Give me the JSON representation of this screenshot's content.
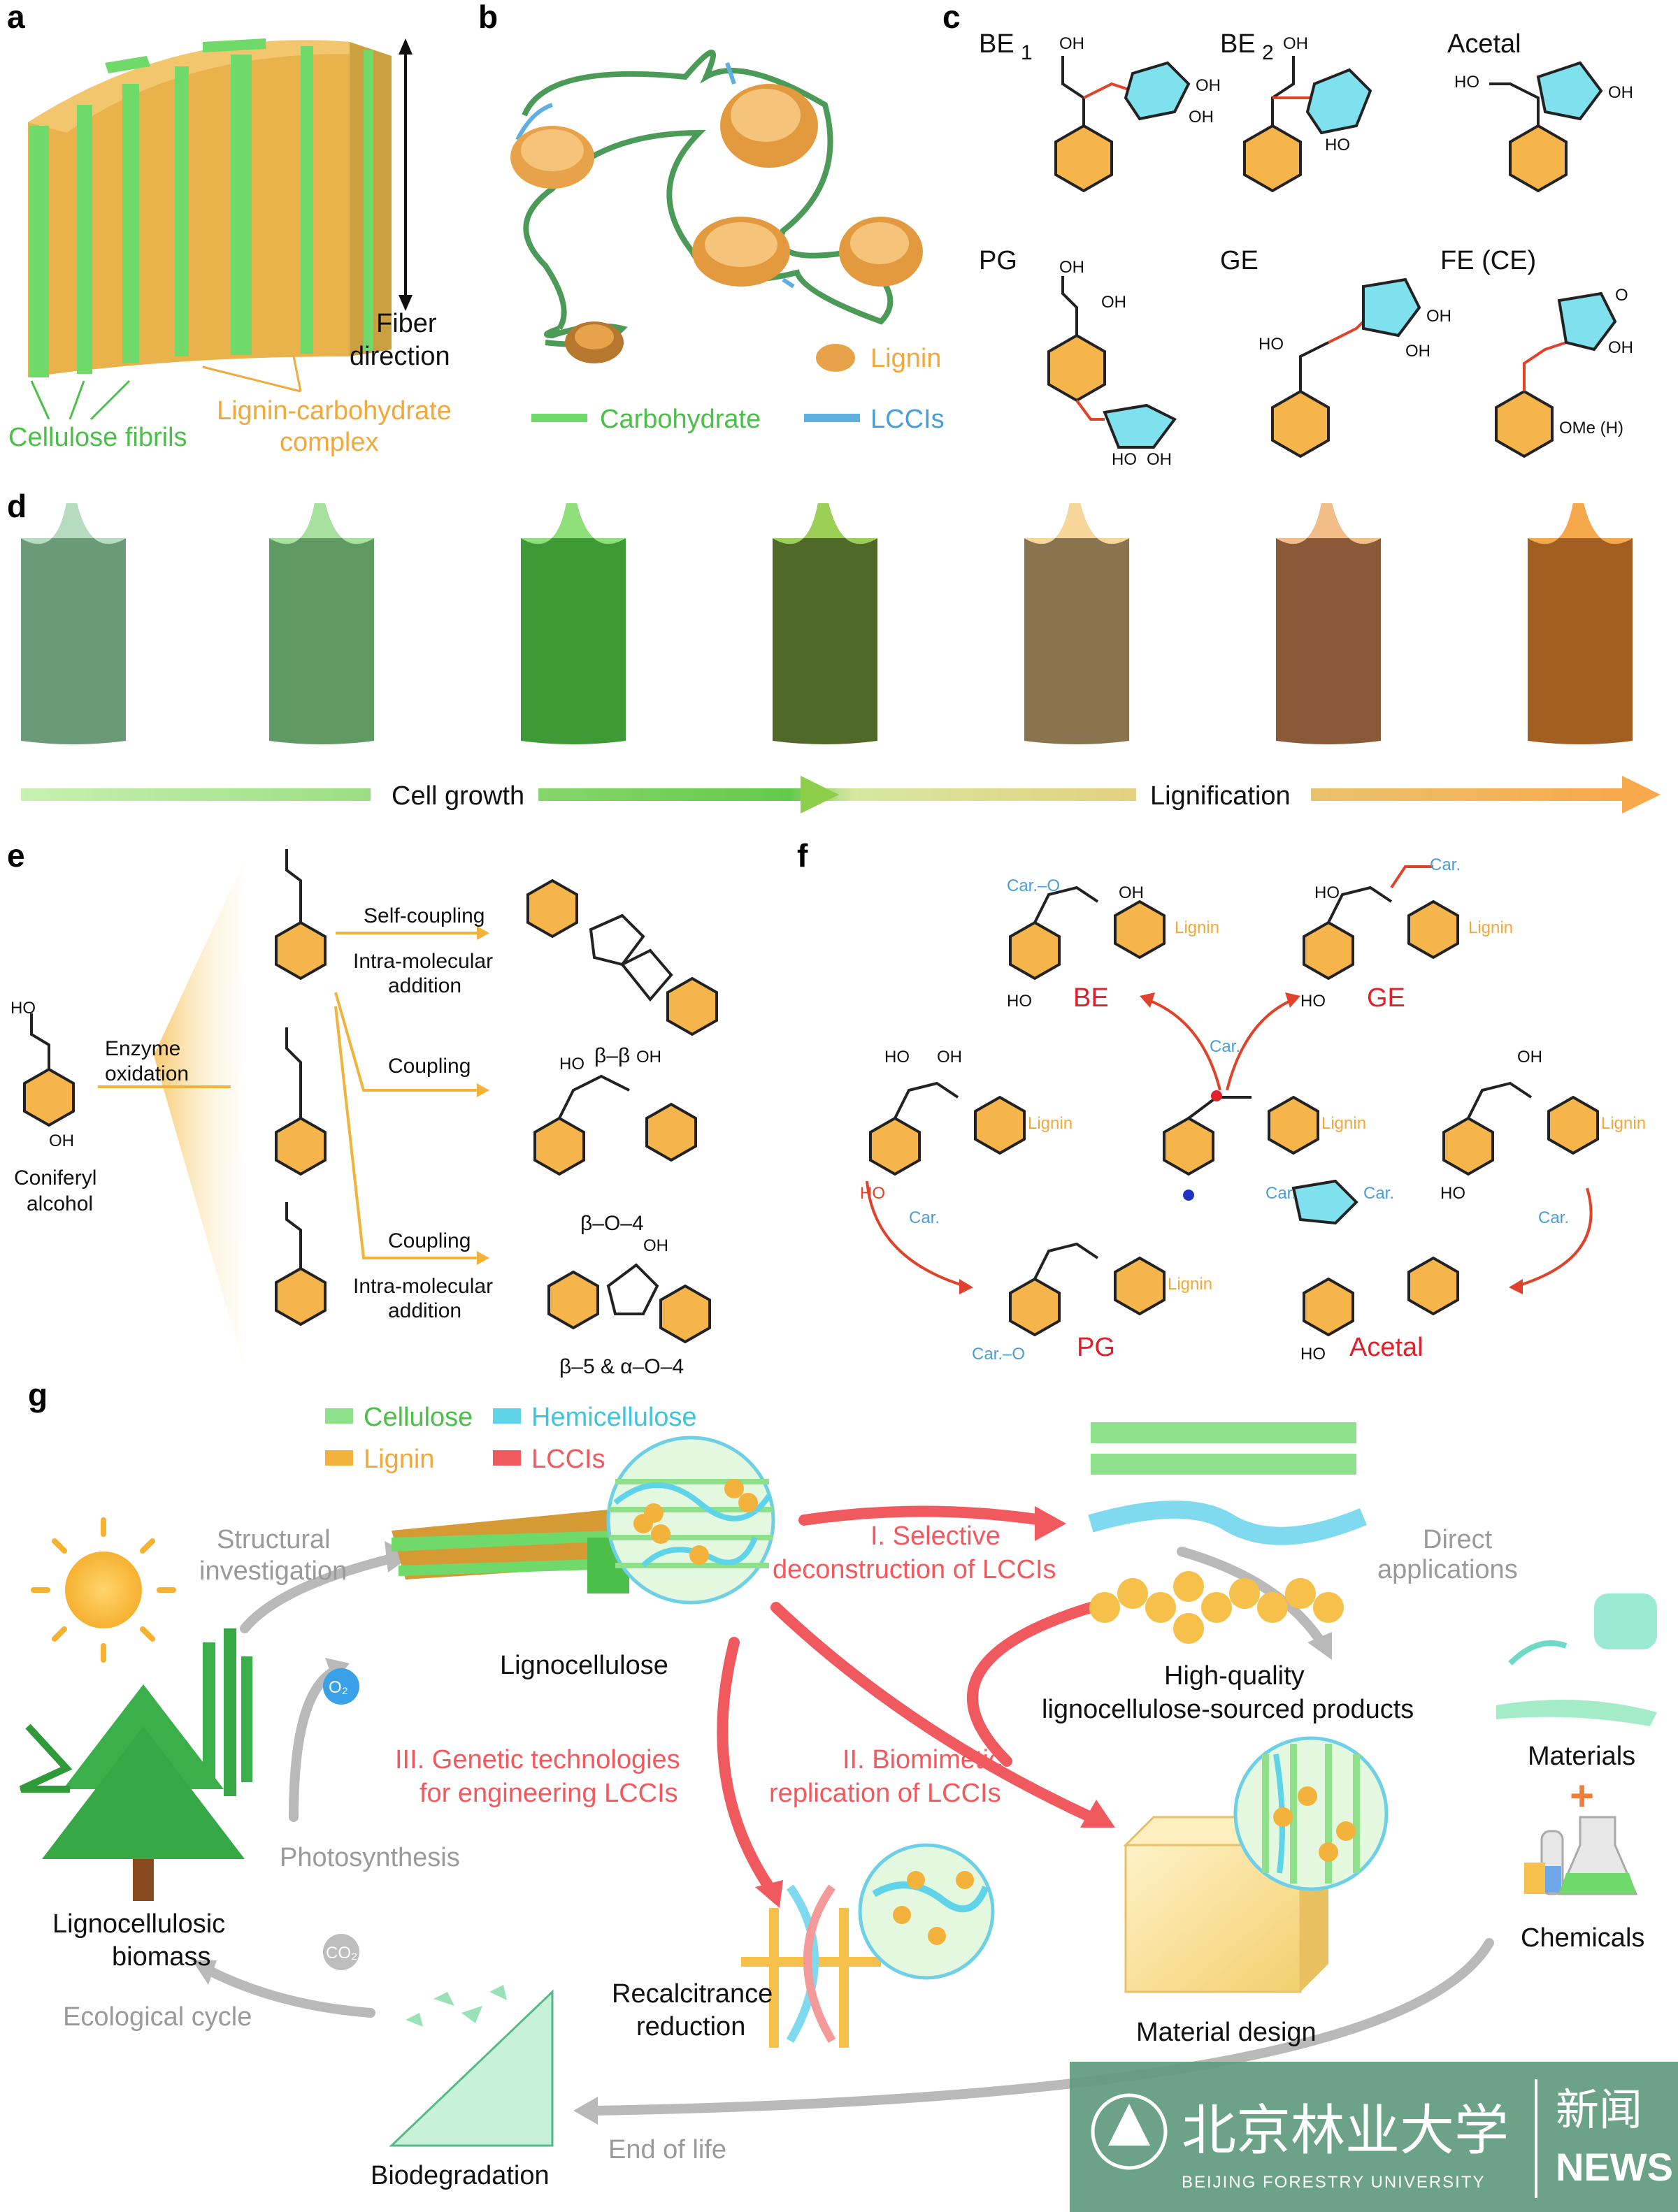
{
  "panel_letters": {
    "a": "a",
    "b": "b",
    "c": "c",
    "d": "d",
    "e": "e",
    "f": "f",
    "g": "g"
  },
  "panel_a": {
    "fiber_direction_1": "Fiber",
    "fiber_direction_2": "direction",
    "cellulose_fibrils": "Cellulose fibrils",
    "lcc_1": "Lignin-carbohydrate",
    "lcc_2": "complex"
  },
  "panel_b": {
    "lignin": "Lignin",
    "carbohydrate": "Carbohydrate",
    "lccis": "LCCIs"
  },
  "panel_c": {
    "be1": "BE",
    "be1_sub": "1",
    "be2": "BE",
    "be2_sub": "2",
    "acetal": "Acetal",
    "pg": "PG",
    "ge": "GE",
    "fe": "FE (CE)",
    "oh": "OH",
    "ho": "HO",
    "o": "O",
    "ome": "OMe (H)"
  },
  "panel_d": {
    "cell_growth": "Cell growth",
    "lignification": "Lignification"
  },
  "panel_e": {
    "enzyme_1": "Enzyme",
    "enzyme_2": "oxidation",
    "coniferyl_1": "Coniferyl",
    "coniferyl_2": "alcohol",
    "self_coupling": "Self-coupling",
    "intra_1": "Intra-molecular",
    "intra_2": "addition",
    "coupling_1": "Coupling",
    "coupling_2": "Coupling",
    "intra_3": "Intra-molecular",
    "intra_4": "addition",
    "bb": "β–β",
    "bo4": "β–O–4",
    "b5": "β–5 & α–O–4"
  },
  "panel_f": {
    "be": "BE",
    "ge": "GE",
    "pg": "PG",
    "acetal": "Acetal",
    "lignin": "Lignin",
    "car": "Car.",
    "car_o": "Car.–O"
  },
  "panel_g": {
    "legend": {
      "cellulose": "Cellulose",
      "hemicellulose": "Hemicellulose",
      "lignin": "Lignin",
      "lccis": "LCCIs"
    },
    "structural_1": "Structural",
    "structural_2": "investigation",
    "lignocellulose": "Lignocellulose",
    "sel_1": "I. Selective",
    "sel_2": "deconstruction of LCCIs",
    "direct_1": "Direct",
    "direct_2": "applications",
    "hq_1": "High-quality",
    "hq_2": "lignocellulose-sourced products",
    "materials": "Materials",
    "plus": "+",
    "chemicals": "Chemicals",
    "gen_1": "III. Genetic technologies",
    "gen_2": "for engineering LCCIs",
    "bio_1": "II. Biomimetic",
    "bio_2": "replication of LCCIs",
    "photosynthesis": "Photosynthesis",
    "biomass_1": "Lignocellulosic",
    "biomass_2": "biomass",
    "ecological": "Ecological cycle",
    "recal_1": "Recalcitrance",
    "recal_2": "reduction",
    "material_design": "Material design",
    "end_of_life": "End of life",
    "biodegradation": "Biodegradation",
    "o2": "O₂",
    "co2": "CO₂"
  },
  "watermark": {
    "chinese_name": "北京林业大学",
    "news_cn": "新闻",
    "news_en": "NEWS",
    "english_name": "BEIJING FORESTRY UNIVERSITY"
  },
  "colors": {
    "cellulose_green": "#6fd96a",
    "lignin_orange": "#f3b23c",
    "hemicellulose_cyan": "#5fd4e8",
    "lcci_red": "#f05a5f",
    "grey_arrow": "#b9b9b9",
    "text_grey": "#9a9a9a",
    "watermark_bg": "#5f9a7e"
  }
}
